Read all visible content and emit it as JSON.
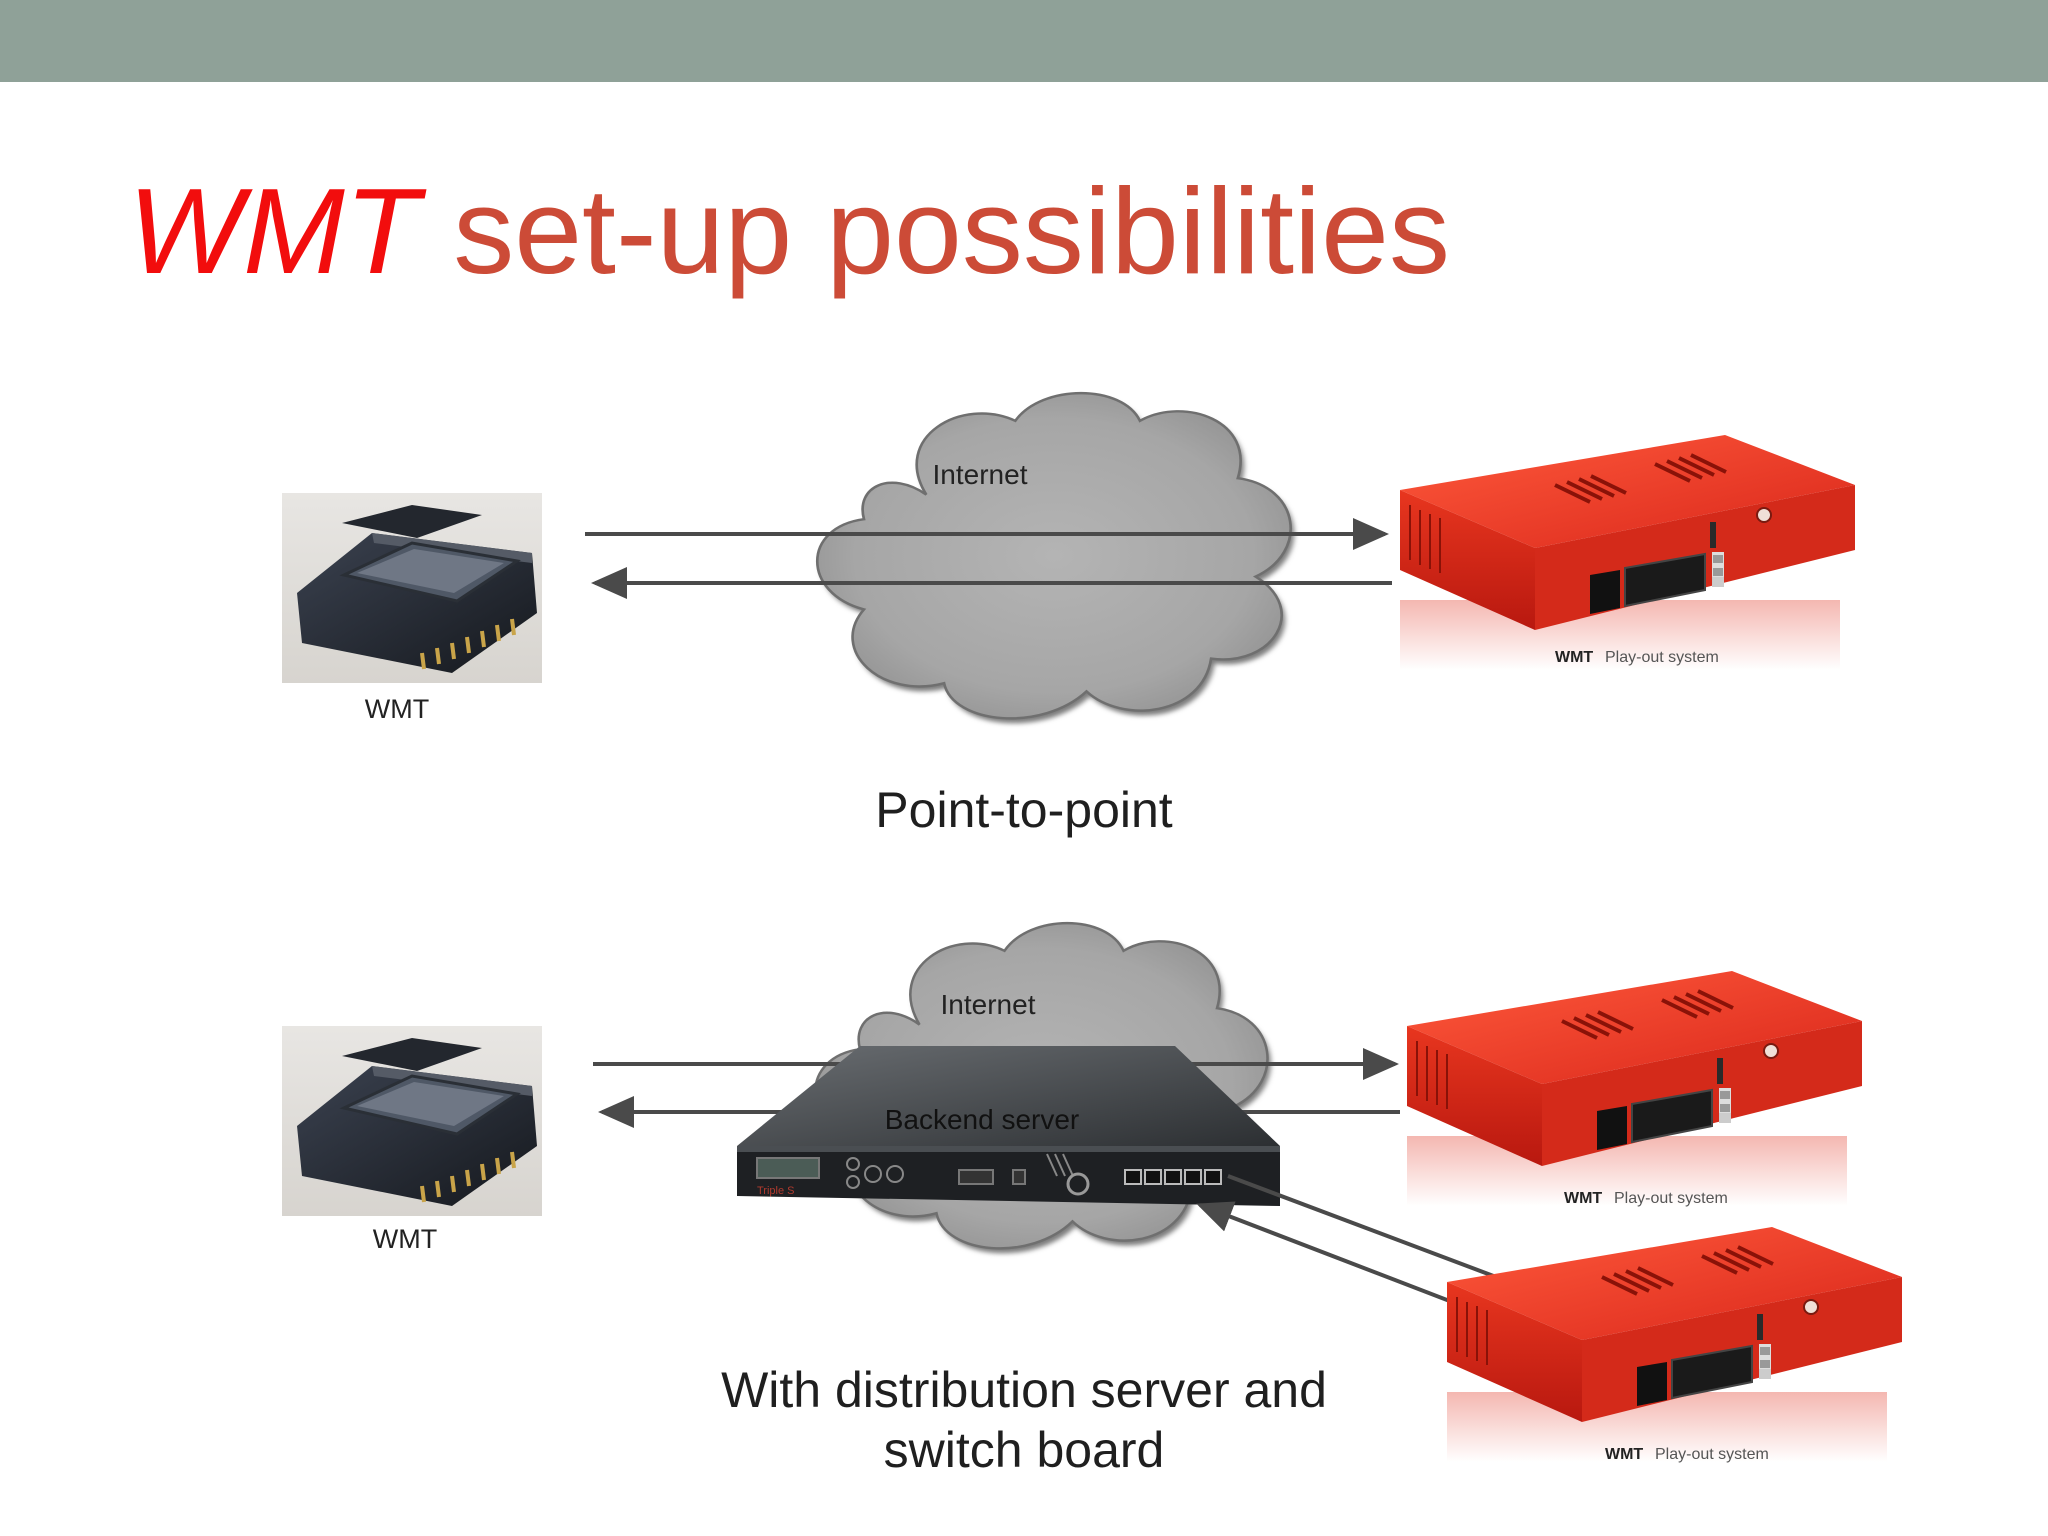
{
  "slide": {
    "title_emphasis": "WMT",
    "title_rest": " set-up possibilities"
  },
  "point_to_point": {
    "cloud_label": "Internet",
    "device_label": "WMT",
    "playout_brand": "WMT",
    "playout_label": "Play-out system",
    "caption": "Point-to-point"
  },
  "distribution": {
    "cloud_label": "Internet",
    "server_label": "Backend server",
    "server_front_brand": "Triple S",
    "device_label": "WMT",
    "playout_1_brand": "WMT",
    "playout_1_label": "Play-out system",
    "playout_2_brand": "WMT",
    "playout_2_label": "Play-out system",
    "caption_line1": "With distribution server and",
    "caption_line2": "switch board"
  },
  "colors": {
    "header_bar": "#8fa198",
    "title_emphasis": "#f20d0d",
    "title_text": "#cc4b37",
    "cloud_fill": "#a9a9a9",
    "arrow": "#4a4a4a",
    "playout_red": "#e0311f",
    "server_body": "#3a3d40"
  },
  "icons": [
    "wmt-transmitter-photo",
    "playout-rack-photo",
    "backend-server-photo",
    "cloud-shape"
  ]
}
